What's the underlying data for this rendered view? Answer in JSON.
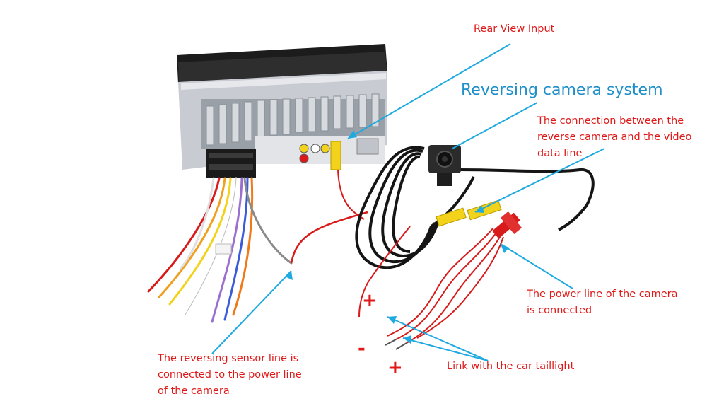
{
  "diagram": {
    "title": "Reversing camera system",
    "labels": {
      "rear_view_input": "Rear View Input",
      "camera_video_line_1": "The connection between the",
      "camera_video_line_2": "reverse camera and the video",
      "camera_video_line_3": "data line",
      "camera_power_1": "The power line of the camera",
      "camera_power_2": "is connected",
      "sensor_line_1": "The reversing sensor line is",
      "sensor_line_2": "connected to the power line",
      "sensor_line_3": "of the camera",
      "taillight": "Link with the car taillight"
    },
    "signs": {
      "plus_top": "+",
      "minus": "-",
      "plus_bottom": "+"
    }
  },
  "colors": {
    "label_text": "#e01818",
    "title_text": "#1f8fc9",
    "callout_line": "#1ea9e0",
    "wire_red": "#d81a1a",
    "rca_yellow": "#f2d21a"
  }
}
